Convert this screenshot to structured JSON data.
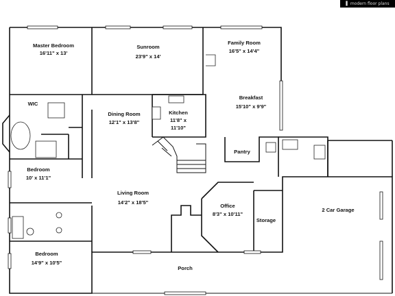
{
  "watermark": "▌ modern floor plans",
  "rooms": [
    {
      "id": "master-bedroom",
      "name": "Master Bedroom",
      "dims": "16'11\" x 13'"
    },
    {
      "id": "sunroom",
      "name": "Sunroom",
      "dims": "23'9\" x 14'"
    },
    {
      "id": "family-room",
      "name": "Family Room",
      "dims": "16'5\" x 14'4\""
    },
    {
      "id": "wic",
      "name": "WIC",
      "dims": ""
    },
    {
      "id": "breakfast",
      "name": "Breakfast",
      "dims": "15'10\" x 9'9\""
    },
    {
      "id": "dining-room",
      "name": "Dining Room",
      "dims": "12'1\" x 13'8\""
    },
    {
      "id": "kitchen",
      "name": "Kitchen",
      "dims": "11'8\" x\n11'10\""
    },
    {
      "id": "pantry",
      "name": "Pantry",
      "dims": ""
    },
    {
      "id": "bedroom-2",
      "name": "Bedroom",
      "dims": "10' x 11'1\""
    },
    {
      "id": "living-room",
      "name": "Living Room",
      "dims": "14'2\" x 18'5\""
    },
    {
      "id": "office",
      "name": "Office",
      "dims": "8'3\" x 10'11\""
    },
    {
      "id": "storage",
      "name": "Storage",
      "dims": ""
    },
    {
      "id": "garage",
      "name": "2 Car Garage",
      "dims": ""
    },
    {
      "id": "bedroom-3",
      "name": "Bedroom",
      "dims": "14'9\" x 10'5\""
    },
    {
      "id": "porch",
      "name": "Porch",
      "dims": ""
    }
  ]
}
